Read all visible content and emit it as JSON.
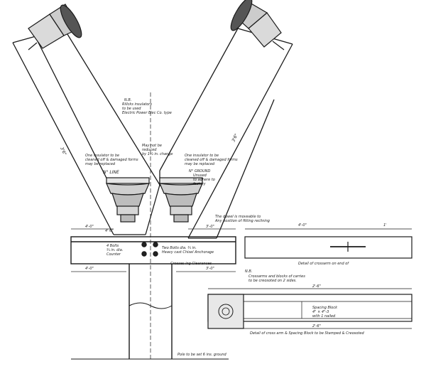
{
  "labels": {
    "insulator_note": [
      "N.B.",
      "Rillcks insulators",
      "to be used",
      "Electric Power Elec Co. type"
    ],
    "arm_length_left": "3'6\"",
    "arm_length_right": "3'6\"",
    "center_note": [
      "May not be",
      "reduced",
      "by 1½ in. change"
    ],
    "left_note": [
      "One insulator to be",
      "cleaned off & damaged forms",
      "may be replaced"
    ],
    "right_note": [
      "One insulator to be",
      "cleaned off & damaged forms",
      "may be replaced"
    ],
    "left_line": "N° LINE",
    "right_line": [
      "N° GROUND",
      "Unused",
      "to adhere to",
      "factory"
    ],
    "crossarm_note": "The dowel is moveable to",
    "crossarm_note2": "Any position of fitting reclining",
    "left_dim": "4'-0\"",
    "right_dim": "3'-0\"",
    "left_dim2": "4'-0\"",
    "right_dim2": "3'-0\"",
    "bolt_note_left": [
      "4 Bolts",
      "¾ in. dia.",
      "Counter"
    ],
    "bolt_note_right": [
      "Two Bolts dia. ¾ in.",
      "Heavy cast Chisel Anchorage"
    ],
    "center_bottom_label": "Crosses ing Clearances",
    "arm_label": "4' 6\"",
    "pole_note": "Pole to be set 6 ins. ground",
    "right_top_dim": "4'-0\"",
    "right_top_dim2": "1'",
    "right_top_caption": "Detail of crossarm on end of",
    "nb_note": "N.B.",
    "nb_text": [
      "Crossarms and blocks of carries",
      "to be creosoted on 2 sides."
    ],
    "block_top_dim": "2'-6\"",
    "block_spacing": [
      "Spacing Block",
      "4\" × 4\"-3",
      "with 1 nailed"
    ],
    "block_bottom_dim": "2'-6\"",
    "block_caption": "Detail of cross arm & Spacing Block to be Stamped & Creosoted"
  }
}
